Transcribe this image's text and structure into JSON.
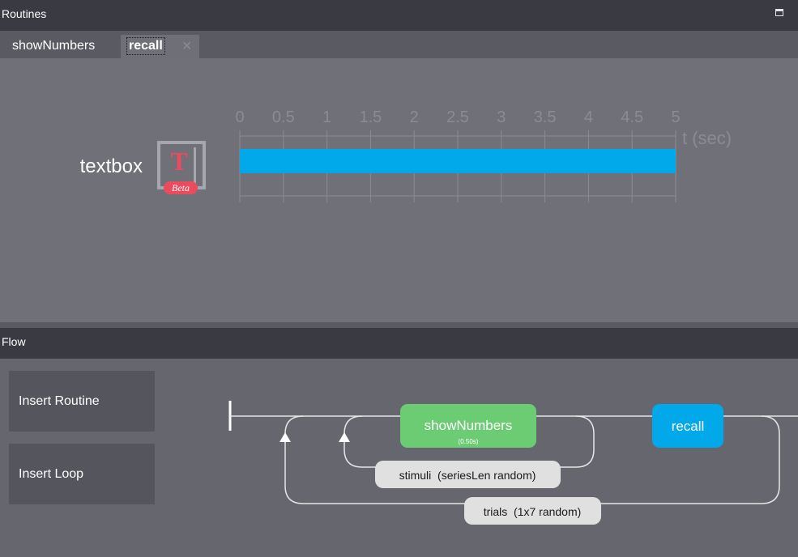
{
  "routines_panel": {
    "title": "Routines",
    "tabs": [
      {
        "label": "showNumbers",
        "active": false
      },
      {
        "label": "recall",
        "active": true
      }
    ],
    "close_glyph": "✕",
    "timeline": {
      "ticks": [
        "0",
        "0.5",
        "1",
        "1.5",
        "2",
        "2.5",
        "3",
        "3.5",
        "4",
        "4.5",
        "5"
      ],
      "unit_label": "t (sec)",
      "components": [
        {
          "name": "textbox",
          "icon": "textbox-icon",
          "badge": "Beta",
          "icon_letter": "T",
          "start": 0,
          "stop": 5,
          "color": "#02a9ea"
        }
      ]
    }
  },
  "flow_panel": {
    "title": "Flow",
    "insert_routine_label": "Insert Routine",
    "insert_loop_label": "Insert Loop",
    "routines": [
      {
        "label": "showNumbers",
        "duration": "(0.50s)",
        "color": "#6ccc74"
      },
      {
        "label": "recall",
        "color": "#02a9ea"
      }
    ],
    "loops": [
      {
        "label": "stimuli  (seriesLen random)"
      },
      {
        "label": "trials  (1x7 random)"
      }
    ]
  },
  "colors": {
    "panel_header": "#3a3a42",
    "canvas": "#707078",
    "flow_bg": "#66666e",
    "timeline_lines": "#8b8b93",
    "loop_pill": "#e0e0e0"
  }
}
